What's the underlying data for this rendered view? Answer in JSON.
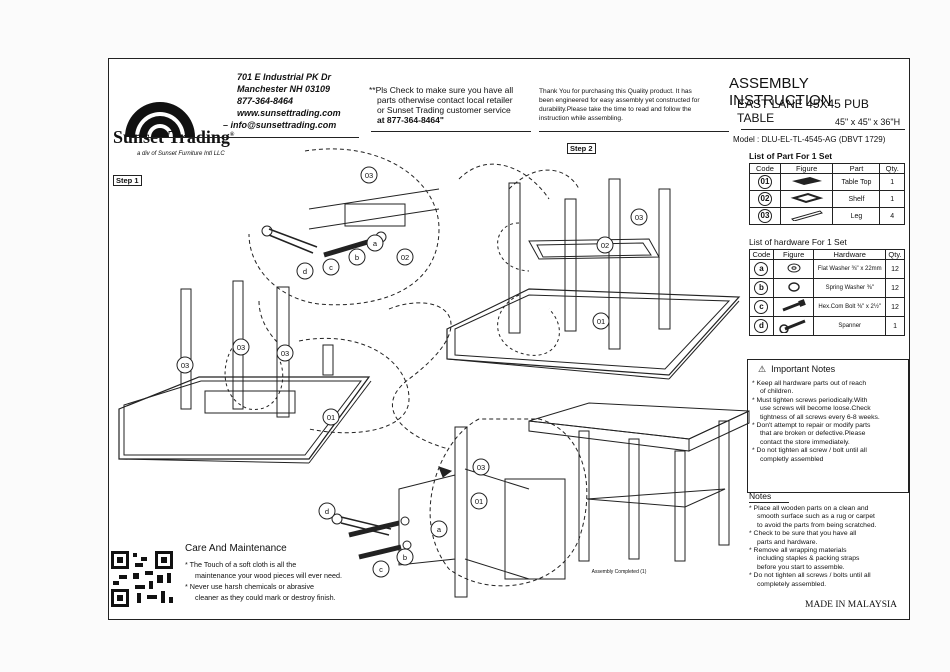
{
  "company": {
    "address": [
      "701 E Industrial PK Dr",
      "Manchester NH 03109",
      "877-364-8464",
      "www.sunsettrading.com",
      "– info@sunsettrading.com"
    ],
    "name": "Sunset Trading",
    "registered": "®",
    "tagline": "a div of Sunset Furniture Intl LLC"
  },
  "check_note": [
    "**Pls Check to make sure you have all",
    "parts otherwise contact local retailer",
    "or Sunset Trading customer service",
    "at  877-364-8464\""
  ],
  "thank_note": [
    "Thank You for purchasing this Quality product. It has",
    "been engineered for easy assembly yet constructed  for",
    "durability.Please take the time to read and follow the",
    "instruction while assembling."
  ],
  "header": {
    "title": "ASSEMBLY INSTRUCTION",
    "product": "EAST LANE 45X45 PUB TABLE",
    "dimensions": "45\" x 45\" x 36\"H",
    "model": "Model  :  DLU-EL-TL-4545-AG (DBVT 1729)"
  },
  "steps": {
    "step1": "Step 1",
    "step2": "Step 2"
  },
  "parts": {
    "title": "List of Part For 1 Set",
    "columns": [
      "Code",
      "Figure",
      "Part",
      "Qty."
    ],
    "rows": [
      {
        "code": "01",
        "part": "Table Top",
        "qty": "1"
      },
      {
        "code": "02",
        "part": "Shelf",
        "qty": "1"
      },
      {
        "code": "03",
        "part": "Leg",
        "qty": "4"
      }
    ]
  },
  "hardware": {
    "title": "List of hardware For 1 Set",
    "columns": [
      "Code",
      "Figure",
      "Hardware",
      "Qty."
    ],
    "rows": [
      {
        "code": "a",
        "part": "Flat Washer ⅜\" x 22mm",
        "qty": "12"
      },
      {
        "code": "b",
        "part": "Spring Washer ⅜\"",
        "qty": "12"
      },
      {
        "code": "c",
        "part": "Hex.Com Bolt ⅜\" x 2½\"",
        "qty": "12"
      },
      {
        "code": "d",
        "part": "Spanner",
        "qty": "1"
      }
    ]
  },
  "important": {
    "title": "Important Notes",
    "items": [
      [
        "* Keep all hardware parts out of reach",
        "of children."
      ],
      [
        "* Must tighten screws periodically.With",
        "use screws will become loose.Check",
        "tightness of all screws every 6-8 weeks."
      ],
      [
        "* Don't attempt to repair or modify parts",
        "that are broken or defective.Please",
        "contact the store immediately."
      ],
      [
        "* Do not tighten all screw / bolt until all",
        "completly assembled"
      ]
    ]
  },
  "notes": {
    "title": "Notes",
    "items": [
      [
        "* Place all wooden parts on a clean and",
        "smooth surface such as a rug or carpet",
        "to avoid the parts from being scratched."
      ],
      [
        "* Check to be sure that you have all",
        "parts and hardware."
      ],
      [
        "* Remove all wrapping materials",
        "including staples & packing straps",
        "before you start to assemble."
      ],
      [
        "* Do not tighten all screws / bolts until all",
        "completely assembled."
      ]
    ]
  },
  "made_in": "MADE IN MALAYSIA",
  "care": {
    "title": "Care And Maintenance",
    "items": [
      [
        "* The  Touch of a soft cloth is all the",
        "maintenance your wood pieces will ever need."
      ],
      [
        "* Never use harsh chemicals or abrasive",
        "cleaner as they could mark or destroy finish."
      ]
    ]
  },
  "callouts": {
    "a": "a",
    "b": "b",
    "c": "c",
    "d": "d",
    "p01": "01",
    "p02": "02",
    "p03": "03",
    "assembly_completed": "Assembly Completed (1)"
  },
  "colors": {
    "ink": "#111111",
    "paper": "#ffffff"
  }
}
